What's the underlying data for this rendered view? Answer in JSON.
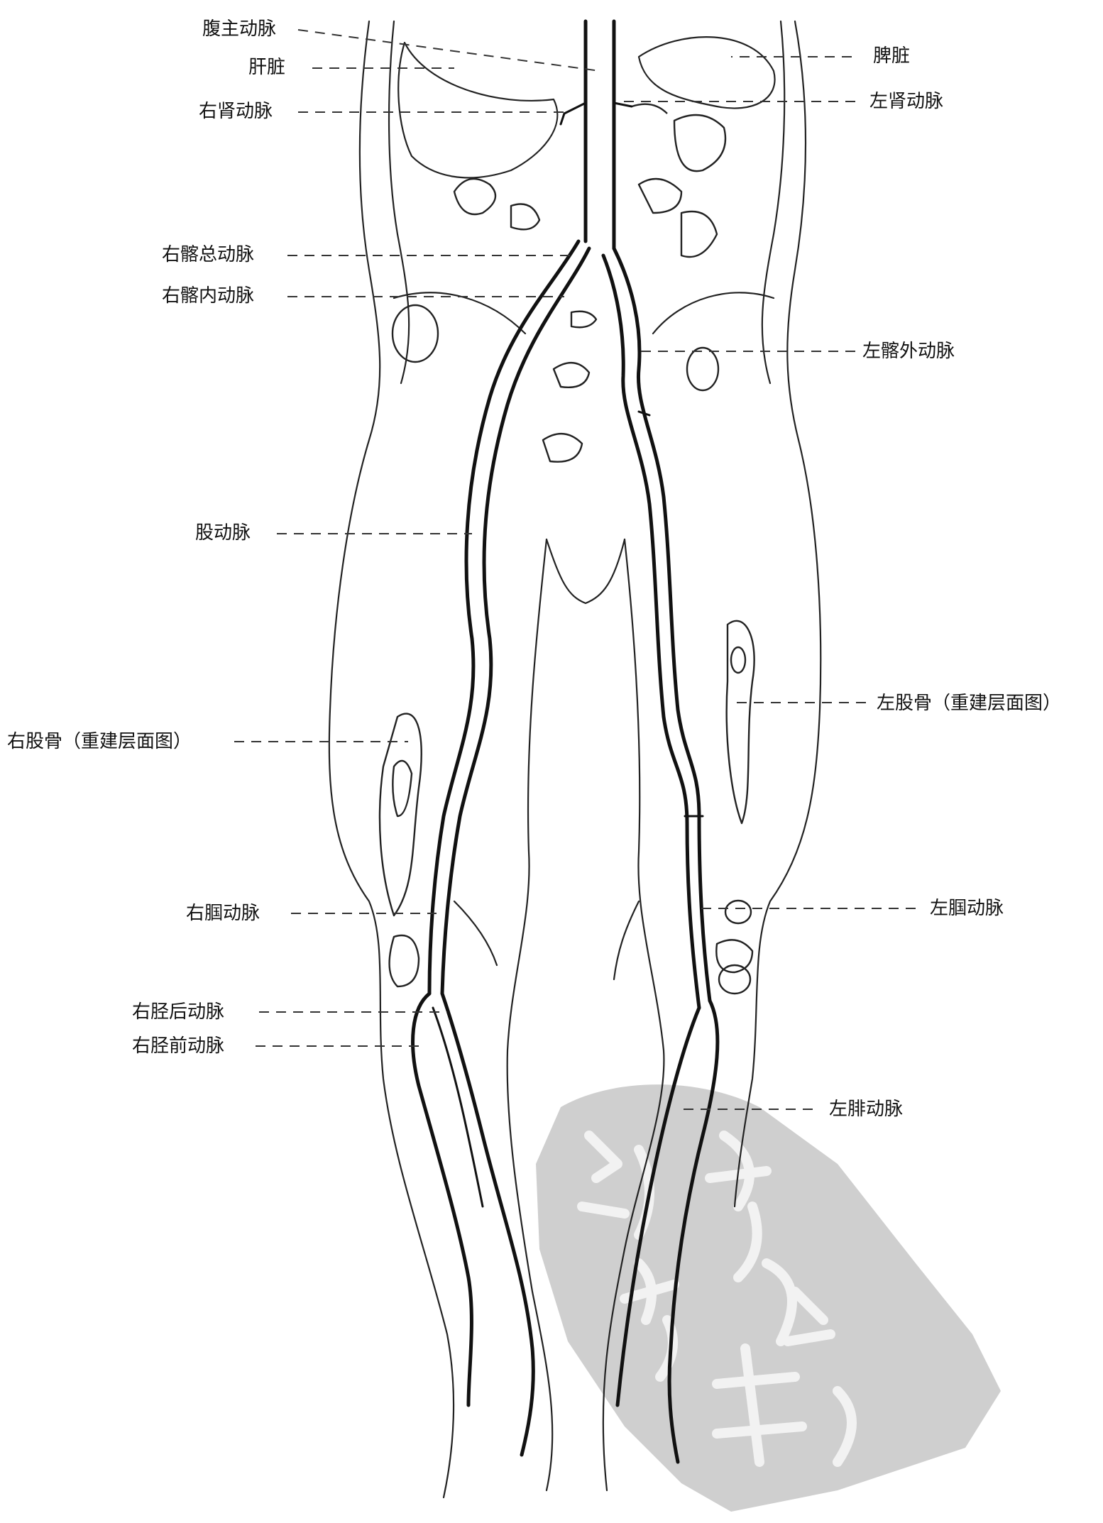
{
  "labels": {
    "celiac_artery": "腹主动脉",
    "liver": "肝脏",
    "right_renal_artery": "右肾动脉",
    "spleen": "脾脏",
    "left_renal_artery": "左肾动脉",
    "right_common_iliac": "右髂总动脉",
    "right_internal_iliac": "右髂内动脉",
    "left_external_iliac": "左髂外动脉",
    "femoral_artery": "股动脉",
    "left_femur": "左股骨（重建层面图）",
    "right_femur": "右股骨（重建层面图）",
    "right_popliteal": "右腘动脉",
    "left_popliteal": "左腘动脉",
    "right_posterior_tibial": "右胫后动脉",
    "right_anterior_tibial": "右胫前动脉",
    "left_peroneal": "左腓动脉"
  },
  "watermark": {
    "color": "#cfcfcf"
  }
}
